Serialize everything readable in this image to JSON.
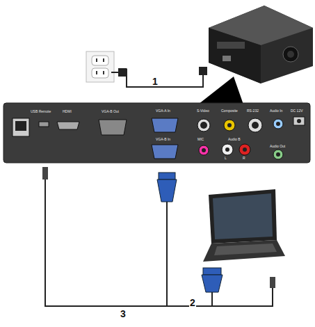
{
  "diagram": {
    "labels": [
      "USB Remote",
      "HDMI",
      "VGA-B Out",
      "VGA-A In",
      "VGA-B In",
      "S-Video",
      "Composite",
      "RS-232",
      "Audio In",
      "MIC",
      "Audio B",
      "L",
      "R",
      "Audio Out",
      "DC 12V",
      "1",
      "2",
      "3"
    ]
  }
}
